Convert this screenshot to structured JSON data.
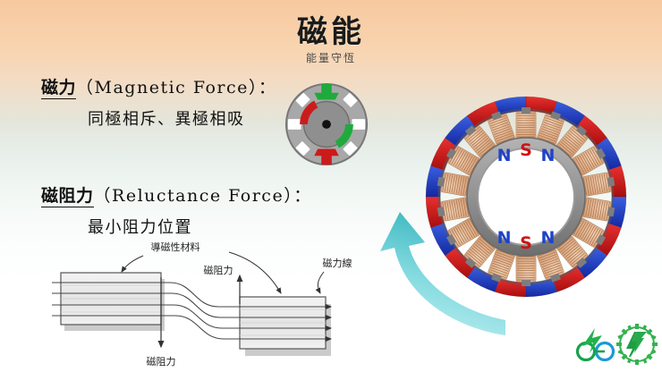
{
  "slide": {
    "title": "磁能",
    "subtitle": "能量守恆",
    "background_top_color": "#f7c9a0",
    "background_bottom_color": "#ffffff"
  },
  "sections": [
    {
      "heading_zh": "磁力",
      "heading_en": "（Magnetic Force）：",
      "detail": "同極相斥、異極相吸"
    },
    {
      "heading_zh": "磁阻力",
      "heading_en": "（Reluctance Force）：",
      "detail": "最小阻力位置"
    }
  ],
  "motor_icon": {
    "name": "motor-cross-section-icon",
    "pole_colors": [
      "#1faa3c",
      "#cc1b1b"
    ],
    "body_color": "#9a9a9a"
  },
  "stator": {
    "name": "stator-ring-diagram",
    "pole_labels_top": [
      "N",
      "S",
      "N"
    ],
    "pole_labels_bottom": [
      "N",
      "S",
      "N"
    ],
    "north_color": "#1f43c8",
    "south_color": "#d01212",
    "coil_color": "#e6b894",
    "core_color": "#8e8e8e",
    "rotation_arrow_color": "#45c8cf"
  },
  "reluctance_diagram": {
    "label_material": "導磁性材料",
    "label_force_left": "磁阻力",
    "label_force_right": "磁阻力",
    "label_flux_lines": "磁力線",
    "block_fill": "#e9e9e9",
    "line_count": 4
  },
  "logos": [
    {
      "name": "e-scooter-logo",
      "color": "#16a34a"
    },
    {
      "name": "gear-bolt-logo",
      "color": "#1aa64b"
    }
  ]
}
